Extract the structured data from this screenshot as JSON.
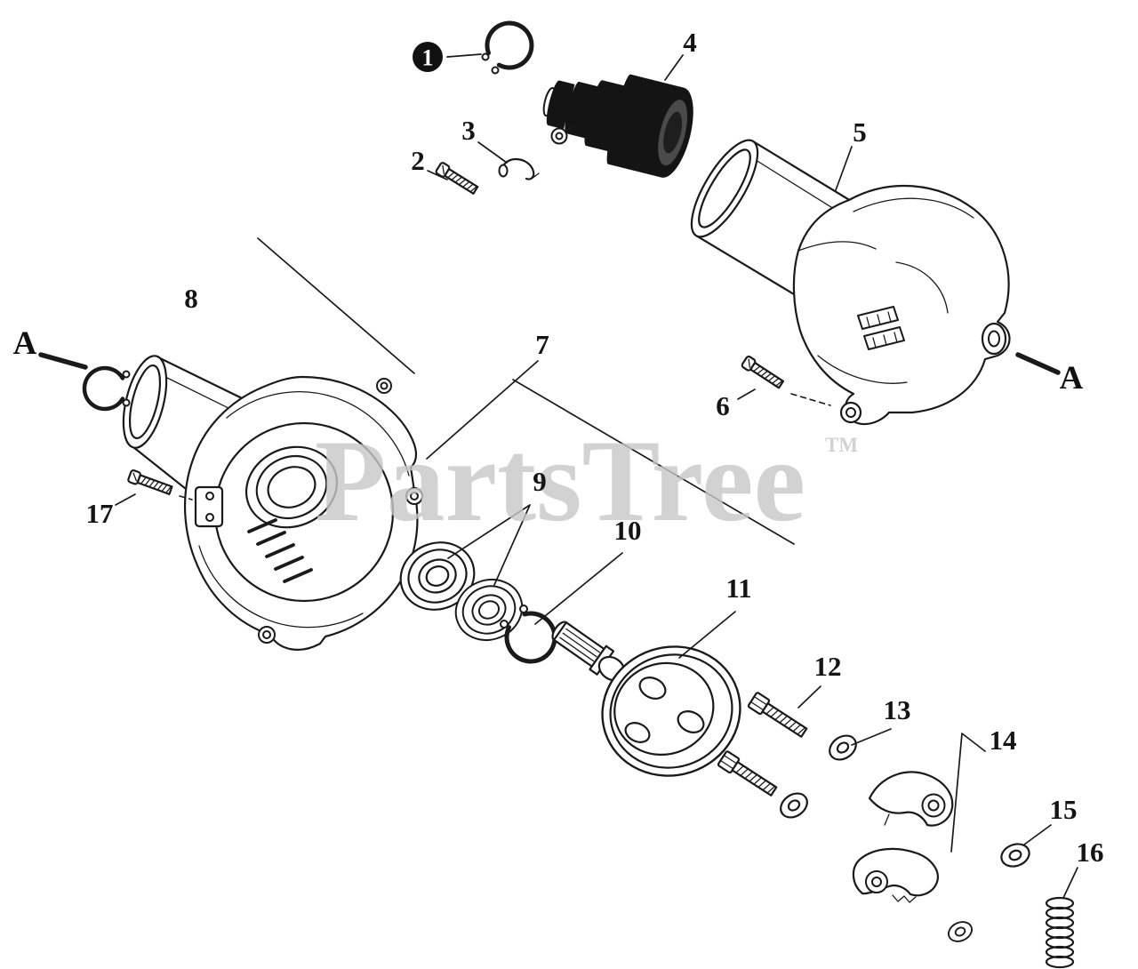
{
  "diagram": {
    "watermark": {
      "text": "PartsTree",
      "tm": "TM",
      "color": "#c8c8c8"
    },
    "section_markers": {
      "left": "A",
      "right": "A"
    },
    "callouts": [
      {
        "label": "1"
      },
      {
        "label": "2"
      },
      {
        "label": "3"
      },
      {
        "label": "4"
      },
      {
        "label": "5"
      },
      {
        "label": "6"
      },
      {
        "label": "7"
      },
      {
        "label": "8"
      },
      {
        "label": "9"
      },
      {
        "label": "10"
      },
      {
        "label": "11"
      },
      {
        "label": "12"
      },
      {
        "label": "13"
      },
      {
        "label": "14"
      },
      {
        "label": "15"
      },
      {
        "label": "16"
      },
      {
        "label": "17"
      }
    ]
  }
}
